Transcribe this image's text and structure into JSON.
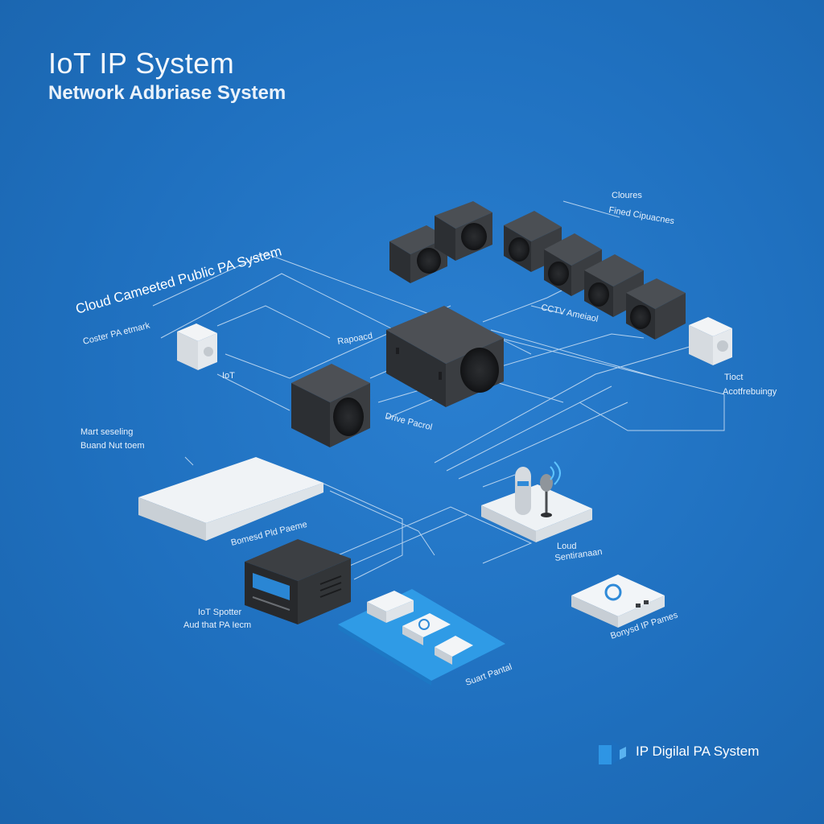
{
  "header": {
    "title": "IoT IP System",
    "subtitle": "Network Adbriase System"
  },
  "labels": {
    "cloud": "Cloud Cameeted Public PA System",
    "cloud_sub": "Coster PA etmark",
    "clouds": "Cloures",
    "clouds_sub": "Fined Cipuacnes",
    "iot": "IoT",
    "repeated": "Rapoacd",
    "cctv": "CCTV Ameiaol",
    "drive": "Drive Pacrol",
    "toast": "Tioct",
    "toast_sub": "Acotfrebuingy",
    "mart": "Mart seseling",
    "mart_sub": "Buand Nut toem",
    "mart_bottom": "Bomesd Pld Paeme",
    "mic": "Loud",
    "mic_sub": "Sentiranaan",
    "iot_spotter": "IoT Spotter",
    "iot_spotter_sub": "Aud that PA Iecm",
    "panel": "Suart Pantal",
    "router": "Bonysd IP Pames"
  },
  "footer": {
    "brand": "IP Digilal PA System"
  },
  "colors": {
    "background": "#1f70bf",
    "line": "#cfe2f5",
    "speaker": "#3a3d41",
    "device_white": "#e9eef2",
    "panel_blue": "#2f9be6",
    "accent_blue": "#2f8ad8"
  }
}
